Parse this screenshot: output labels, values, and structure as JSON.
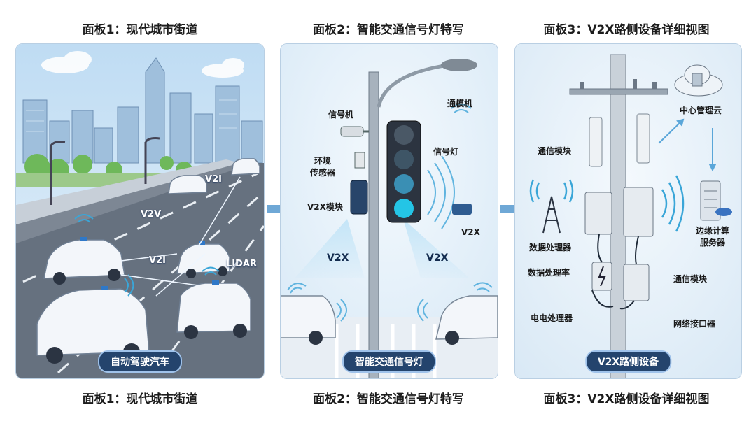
{
  "top_titles": [
    "面板1：现代城市街道",
    "面板2：智能交通信号灯特写",
    "面板3：V2X路侧设备详细视图"
  ],
  "bottom_titles": [
    "面板1：现代城市街道",
    "面板2：智能交通信号灯特写",
    "面板3：V2X路侧设备详细视图"
  ],
  "panel1": {
    "badge": "自动驾驶汽车",
    "labels": {
      "v2i_top": "V2I",
      "v2v": "V2V",
      "v2i_mid": "V2I",
      "lidar": "LIDAR"
    }
  },
  "panel2": {
    "badge": "智能交通信号灯",
    "labels": {
      "comm": "通模机",
      "signal_machine": "信号机",
      "env_sensor": "环境\n传感器",
      "signal_light": "信号灯",
      "v2x_module": "V2X模块",
      "v2x_right": "V2X",
      "v2x_left_beam": "V2X",
      "v2x_right_beam": "V2X"
    }
  },
  "panel3": {
    "badge": "V2X路侧设备",
    "labels": {
      "cloud": "中心管理云",
      "comm_module_top": "通信模块",
      "edge_server": "边缘计算\n服务器",
      "data_processor": "数据处理器",
      "data_rate": "数据处理率",
      "comm_module_bottom": "通信模块",
      "power_processor": "电电处理器",
      "network_interface": "网络接口器"
    }
  },
  "colors": {
    "badge_bg": "#24446d",
    "road": "#5f6b7a",
    "sky": "#cfe5f7",
    "accent": "#3aa6d8"
  }
}
